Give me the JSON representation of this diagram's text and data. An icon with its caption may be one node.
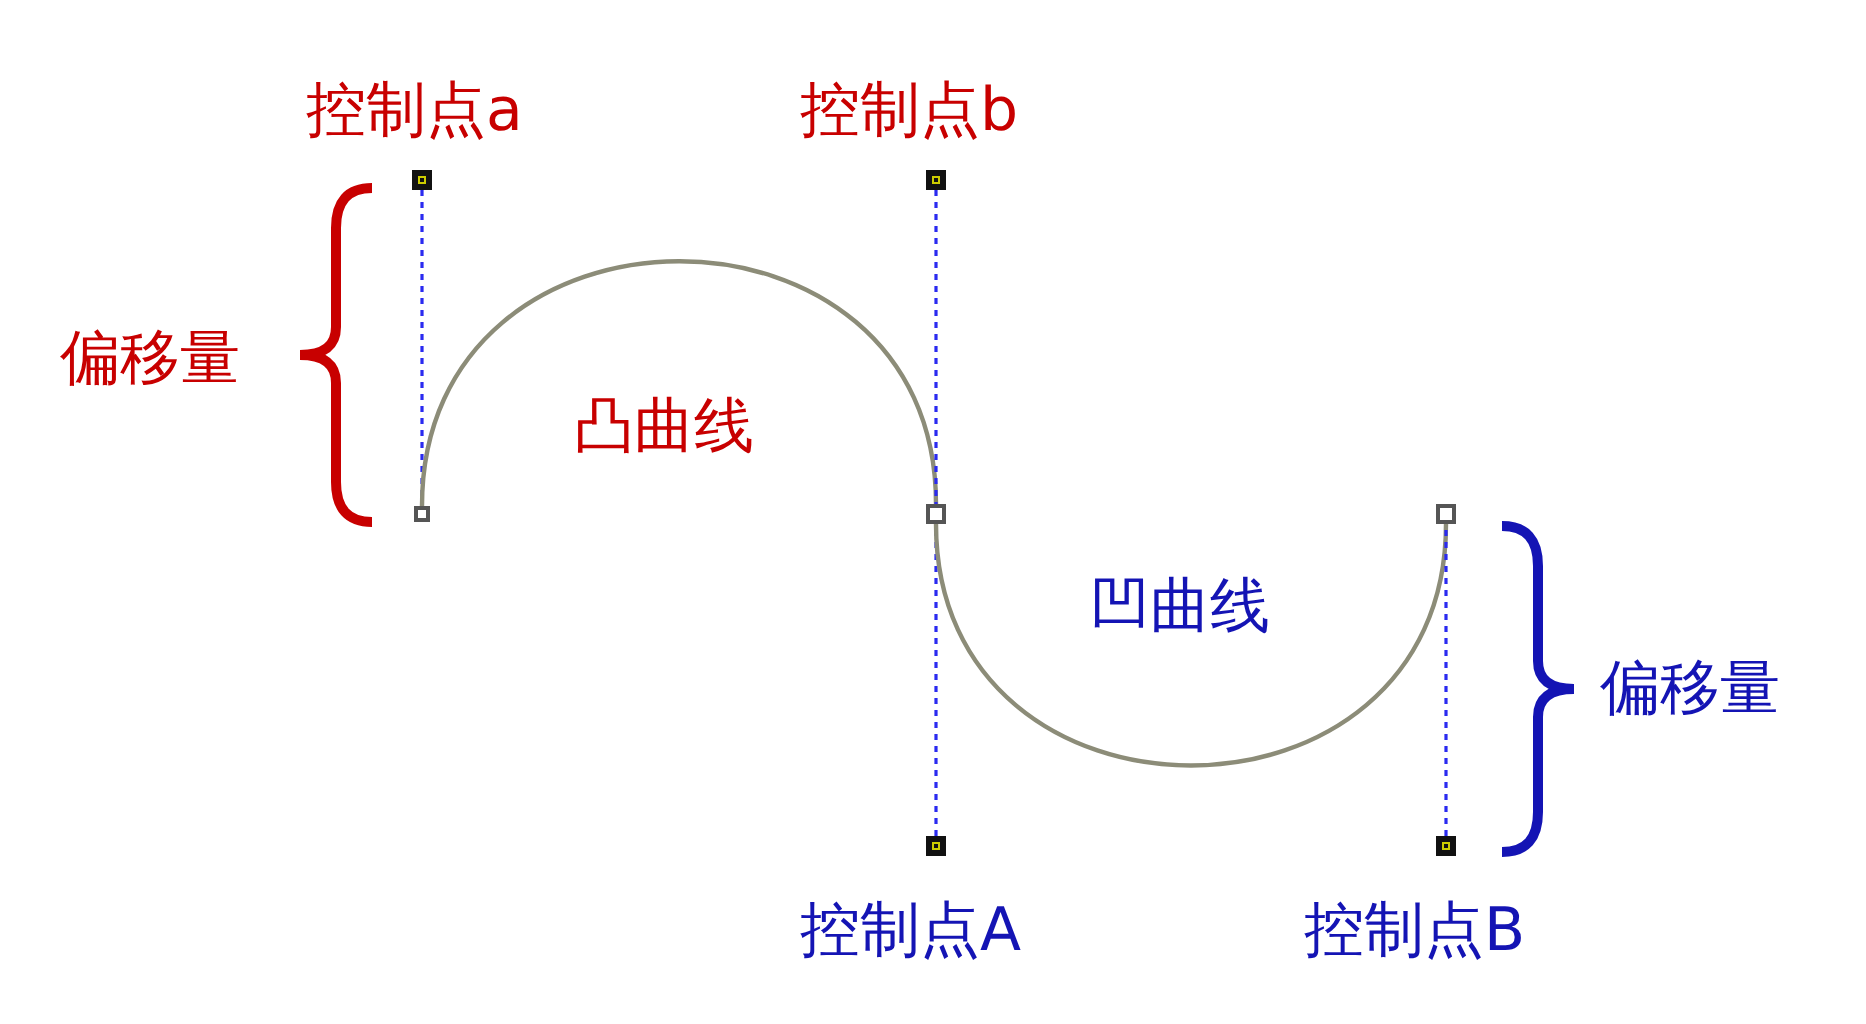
{
  "diagram": {
    "nodes": [
      {
        "text": [],
        "shape": "box",
        "beside": [
          "控制点a"
        ]
      },
      {
        "text": [],
        "shape": "box",
        "beside": [
          "控制点b"
        ]
      },
      {
        "text": [],
        "shape": "box"
      },
      {
        "text": [],
        "shape": "box"
      },
      {
        "text": [],
        "shape": "box"
      },
      {
        "text": [],
        "shape": "box",
        "beside": [
          "控制点A"
        ]
      },
      {
        "text": [],
        "shape": "box",
        "beside": [
          "控制点B"
        ]
      }
    ],
    "edges": [
      {
        "from": 0,
        "to": 2,
        "arrow": "none",
        "style": "dashed"
      },
      {
        "from": 2,
        "to": 3,
        "arrow": "none",
        "label": "凸曲线",
        "color": "#8c8c78"
      },
      {
        "from": 1,
        "to": 3,
        "arrow": "none",
        "style": "dashed"
      },
      {
        "from": 5,
        "to": 3,
        "arrow": "none",
        "style": "dashed"
      },
      {
        "from": 3,
        "to": 4,
        "arrow": "none",
        "label": "凹曲线",
        "color": "#8c8c78"
      },
      {
        "from": 6,
        "to": 4,
        "arrow": "none",
        "style": "dashed"
      }
    ],
    "labels": [
      "偏移量",
      "偏移量"
    ]
  }
}
